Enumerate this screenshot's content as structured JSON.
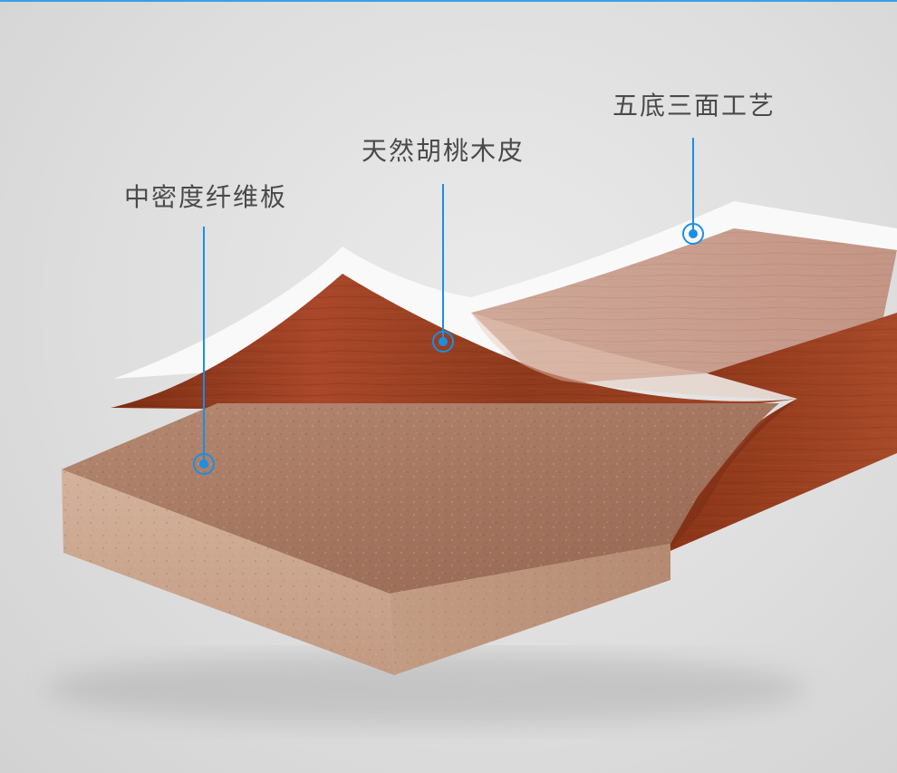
{
  "callouts": {
    "mdf": {
      "label": "中密度纤维板"
    },
    "veneer": {
      "label": "天然胡桃木皮"
    },
    "process": {
      "label": "五底三面工艺"
    }
  },
  "colors": {
    "accent": "#1a8fe3",
    "label_text": "#4a4a4a",
    "background": "#e1e1e1"
  }
}
